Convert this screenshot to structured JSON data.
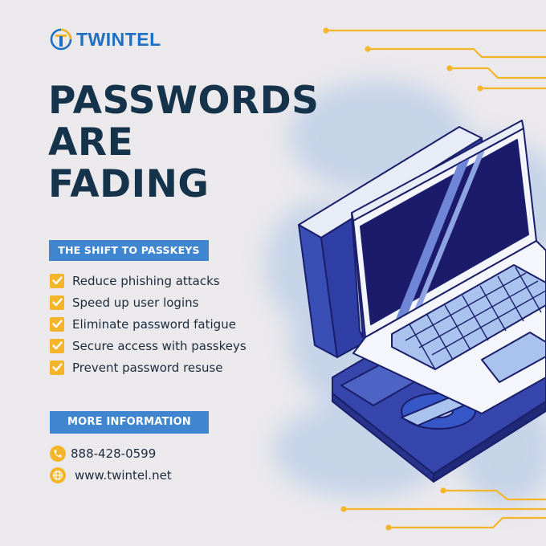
{
  "brand": {
    "name": "TWINTEL",
    "logo_icon": "twintel-shield-logo"
  },
  "headline": {
    "line1": "PASSWORDS",
    "line2": "ARE",
    "line3": "FADING"
  },
  "section": {
    "label": "THE SHIFT TO PASSKEYS"
  },
  "benefits": [
    "Reduce phishing attacks",
    "Speed up user logins",
    "Eliminate password fatigue",
    "Secure access with passkeys",
    "Prevent password resuse"
  ],
  "cta": {
    "label": "MORE INFORMATION"
  },
  "contact": {
    "phone": "888-428-0599",
    "phone_icon": "phone-icon",
    "website": "www.twintel.net",
    "website_icon": "globe-icon"
  },
  "colors": {
    "navy": "#15334a",
    "accent_blue": "#3f85cf",
    "gold": "#f4b52b",
    "background": "#ebe9ec",
    "laptop_screen": "#1c1a6b",
    "laptop_key": "#a9c2ee"
  },
  "illustration": "isometric-laptop"
}
